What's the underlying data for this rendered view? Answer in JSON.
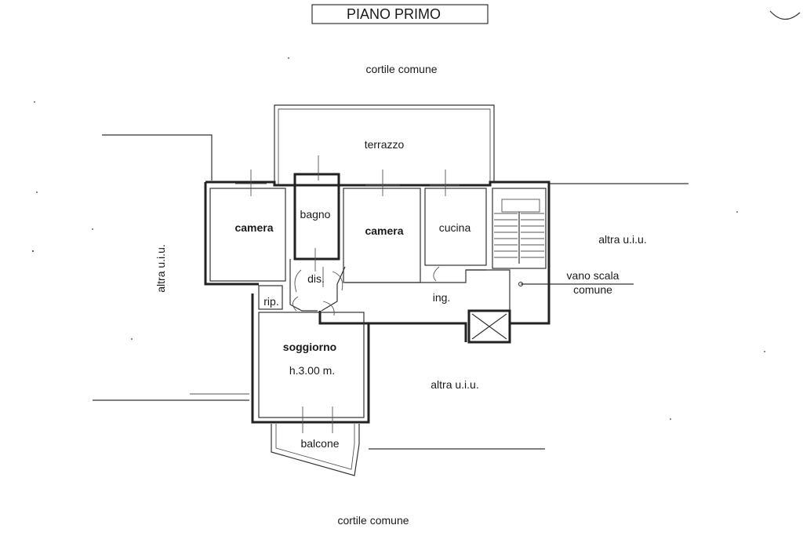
{
  "title": "PIANO PRIMO",
  "labels": {
    "cortile_top": "cortile comune",
    "cortile_bottom": "cortile comune",
    "terrazzo": "terrazzo",
    "camera_1": "camera",
    "bagno": "bagno",
    "camera_2": "camera",
    "cucina": "cucina",
    "dis": "dis.",
    "rip": "rip.",
    "ing": "ing.",
    "soggiorno": "soggiorno",
    "height": "h.3.00 m.",
    "balcone": "balcone",
    "altra_left": "altra u.i.u.",
    "altra_right": "altra u.i.u.",
    "altra_bottom": "altra u.i.u.",
    "vano_scala_1": "vano scala",
    "vano_scala_2": "comune"
  },
  "colors": {
    "line": "#222222",
    "text": "#1a1a1a",
    "background": "#ffffff"
  }
}
